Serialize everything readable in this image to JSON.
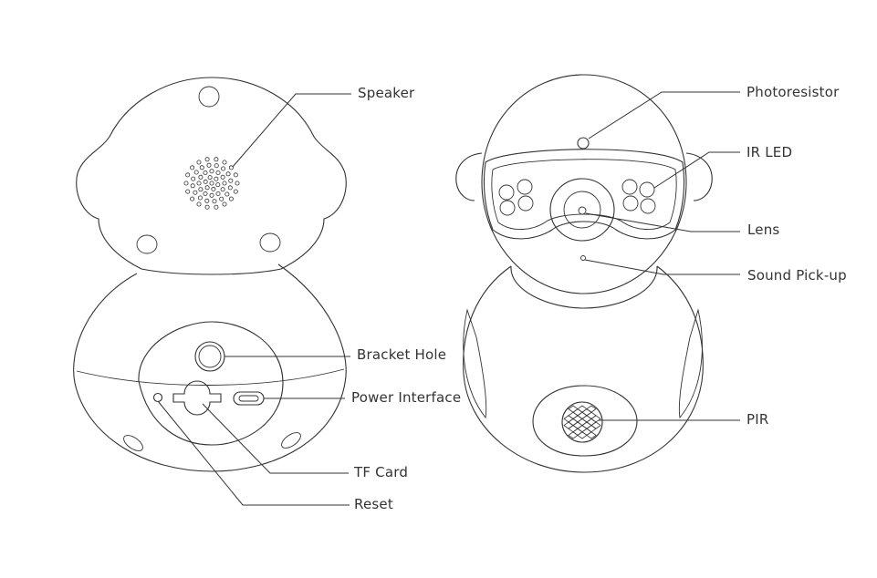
{
  "labels": {
    "speaker": "Speaker",
    "bracket_hole": "Bracket Hole",
    "power_interface": "Power Interface",
    "tf_card": "TF Card",
    "reset": "Reset",
    "photoresistor": "Photoresistor",
    "ir_led": "IR LED",
    "lens": "Lens",
    "sound_pickup": "Sound Pick-up",
    "pir": "PIR"
  },
  "colors": {
    "line": "#333333",
    "background": "#ffffff"
  }
}
